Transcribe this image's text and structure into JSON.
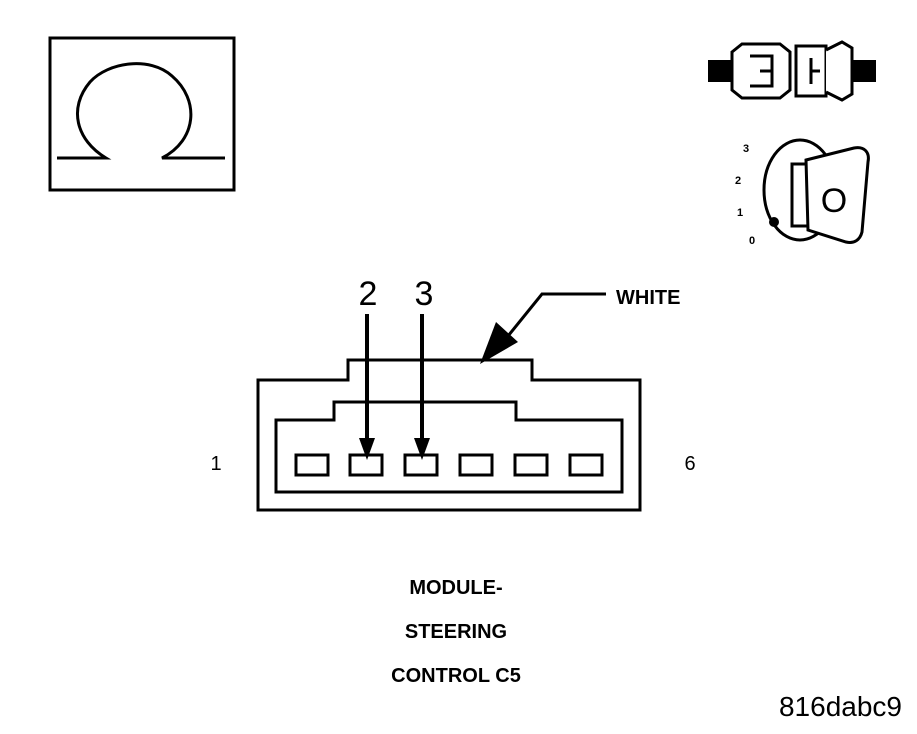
{
  "ohmmeter_symbol": "Ω",
  "ignition_key": {
    "positions": [
      "3",
      "2",
      "1",
      "0"
    ],
    "key_label": "O"
  },
  "connector": {
    "name_lines": [
      "MODULE-",
      "STEERING",
      "CONTROL C5"
    ],
    "color_label": "WHITE",
    "end_pin_left": "1",
    "end_pin_right": "6",
    "probe_pins": [
      "2",
      "3"
    ],
    "cavity_count": 6
  },
  "figure_id": "816dabc9"
}
